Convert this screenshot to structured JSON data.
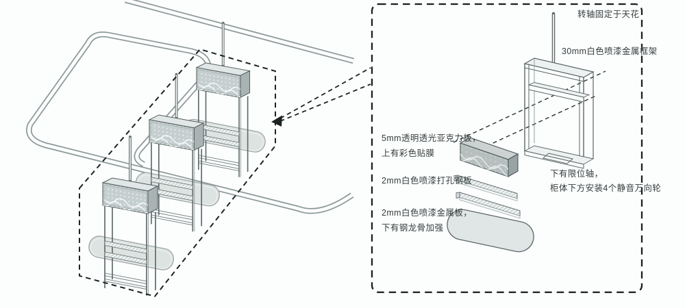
{
  "colors": {
    "background": "#fcfdfd",
    "ink_dashed": "#1c2222",
    "line_gray": "#566262",
    "track_gray": "#8d9999",
    "panel_face": "#c6cfcf",
    "panel_top": "#e1e6e6",
    "panel_side": "#a9b3b3",
    "acrylic_face": "#b6bebe",
    "acrylic_side": "#99a3a3",
    "table_fill": "#dde3e1",
    "plate_fill": "#e0e5e5",
    "text": "#363d3d"
  },
  "scene": {
    "description_components": [
      "ceiling-track-loop",
      "straight-ceiling-rail",
      "hanging-display-unit",
      "hanging-display-unit",
      "hanging-display-unit",
      "dashed-selection-box",
      "dashed-leader-arrow"
    ]
  },
  "detail_panel": {
    "annotations": {
      "pivot": "转轴固定于天花",
      "frame": "30mm白色喷漆金属框架",
      "acrylic_1": "5mm透明透光亚克力板，",
      "acrylic_2": "上有彩色贴膜",
      "perforated_steel": "2mm白色喷漆打孔钢板",
      "metal_plate_1": "2mm白色喷漆金属板，",
      "metal_plate_2": "下有钢龙骨加强",
      "axle_1": "下有限位轴，",
      "axle_2": "柜体下方安装4个静音万向轮"
    }
  }
}
